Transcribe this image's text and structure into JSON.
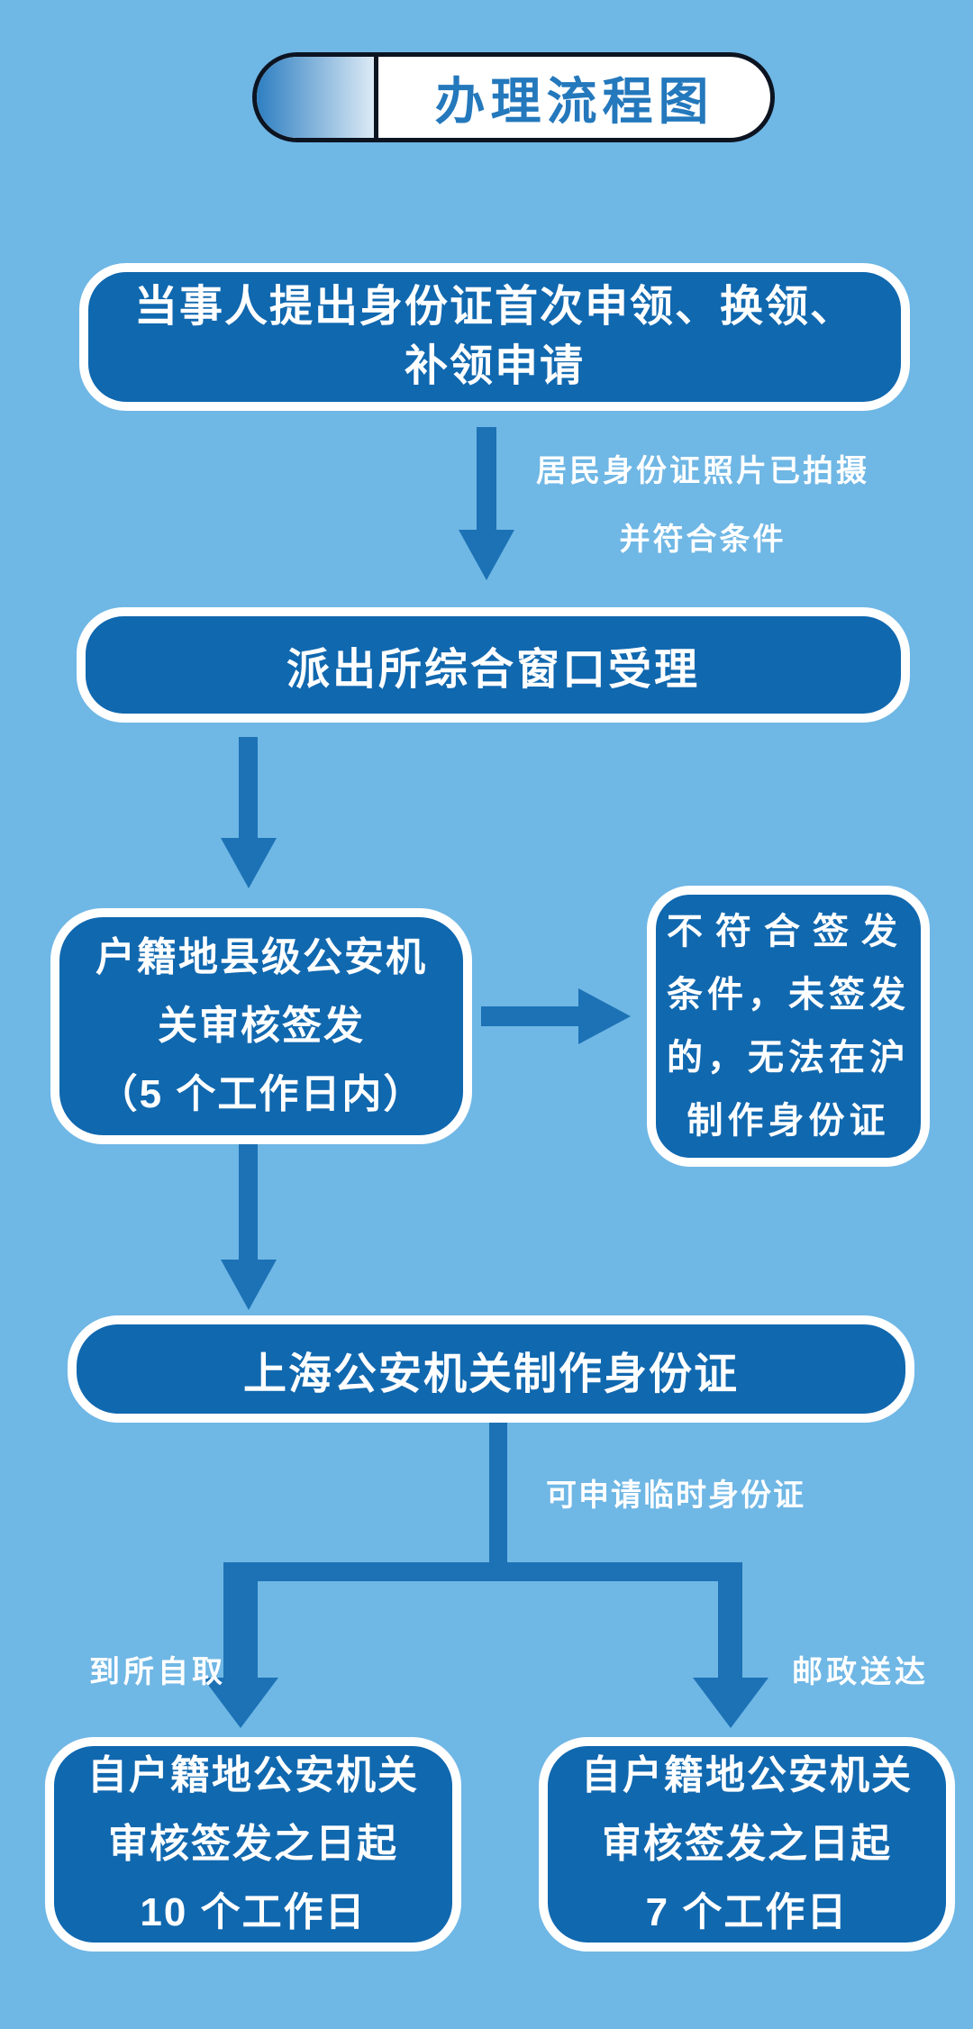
{
  "colors": {
    "background": "#6fb7e5",
    "node_fill": "#1068af",
    "node_border": "#ffffff",
    "connector": "#1c72b5",
    "title_text": "#2478bc",
    "pill_border": "#0c1421",
    "pill_grad_start": "#2e7fc2",
    "pill_grad_end": "#dceaf5",
    "label_text": "#ffffff"
  },
  "header": {
    "title": "办理流程图"
  },
  "flow": {
    "box_apply": {
      "lines": [
        "当事人提出身份证首次申领、换领、",
        "补领申请"
      ]
    },
    "label_photo": {
      "lines": [
        "居民身份证照片已拍摄",
        "并符合条件"
      ]
    },
    "box_accept": {
      "lines": [
        "派出所综合窗口受理"
      ]
    },
    "box_review": {
      "lines": [
        "户籍地县级公安机",
        "关审核签发",
        "（5 个工作日内）"
      ]
    },
    "box_reject": {
      "lines": [
        "不符合签发",
        "条件，未签发",
        "的，无法在沪",
        "制作身份证"
      ]
    },
    "box_produce": {
      "lines": [
        "上海公安机关制作身份证"
      ]
    },
    "label_temp": "可申请临时身份证",
    "label_pickup": "到所自取",
    "label_mail": "邮政送达",
    "box_pickup": {
      "lines": [
        "自户籍地公安机关",
        "审核签发之日起",
        "10 个工作日"
      ]
    },
    "box_mail": {
      "lines": [
        "自户籍地公安机关",
        "审核签发之日起",
        "7 个工作日"
      ]
    }
  }
}
